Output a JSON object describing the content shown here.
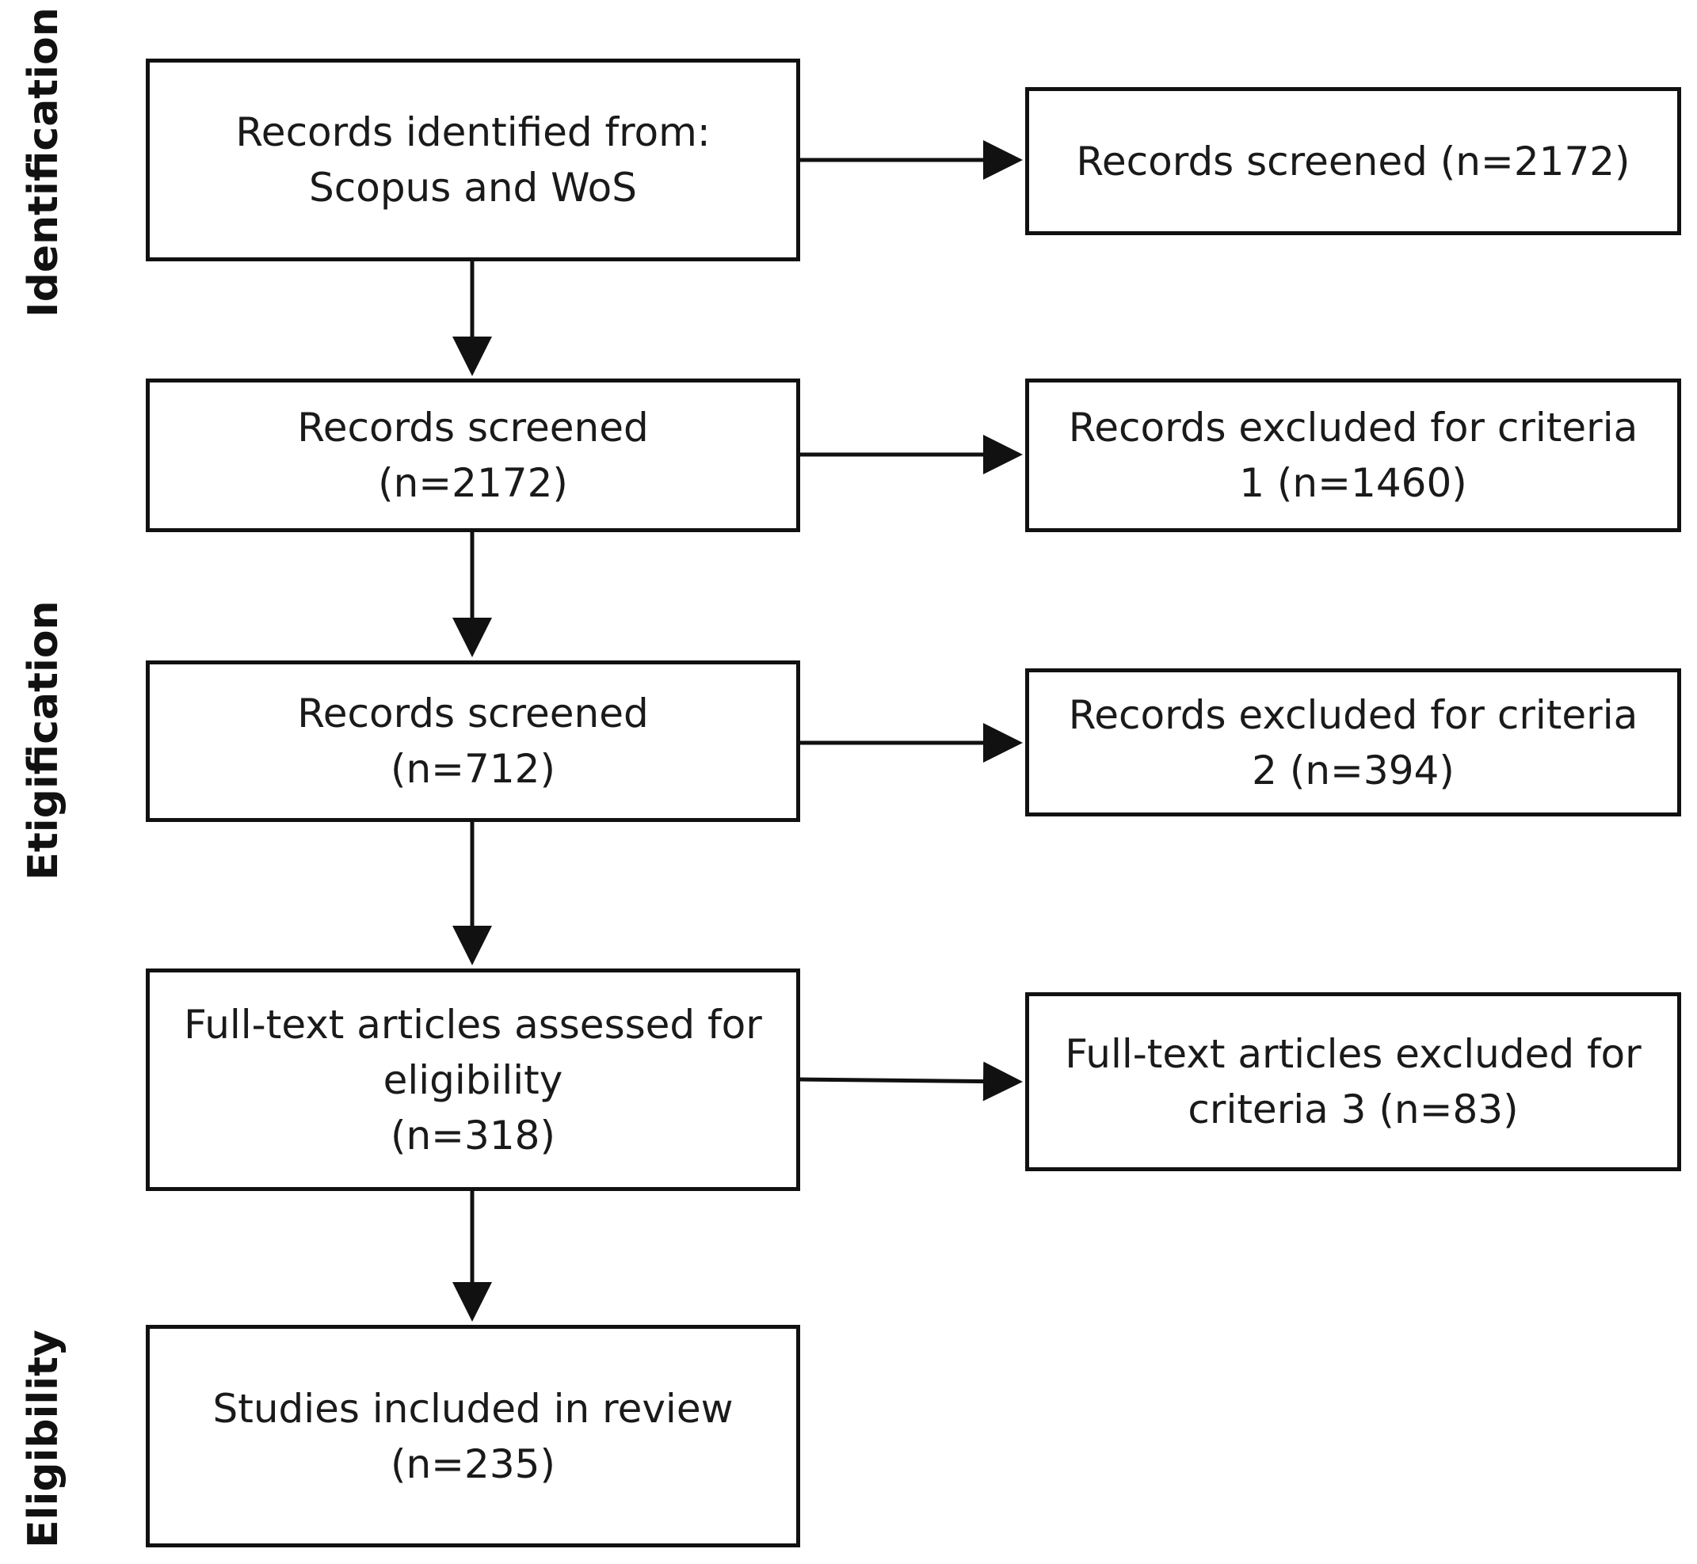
{
  "stages": {
    "identification": "Identification",
    "etigification": "Etigification",
    "eligibility": "Eligibility"
  },
  "boxes": {
    "identified": [
      "Records identified from:",
      "Scopus and WoS"
    ],
    "screened_1": [
      "Records screened",
      "(n=2172)"
    ],
    "screened_2": [
      "Records screened",
      "(n=712)"
    ],
    "fulltext_assessed": [
      "Full-text articles assessed for",
      "eligibility",
      "(n=318)"
    ],
    "included": [
      "Studies included in review",
      "(n=235)"
    ],
    "screened_right": [
      "Records screened (n=2172)"
    ],
    "excluded_1": [
      "Records excluded for criteria",
      "1 (n=1460)"
    ],
    "excluded_2": [
      "Records excluded for criteria",
      "2 (n=394)"
    ],
    "excluded_3": [
      "Full-text articles excluded for",
      "criteria 3 (n=83)"
    ]
  }
}
